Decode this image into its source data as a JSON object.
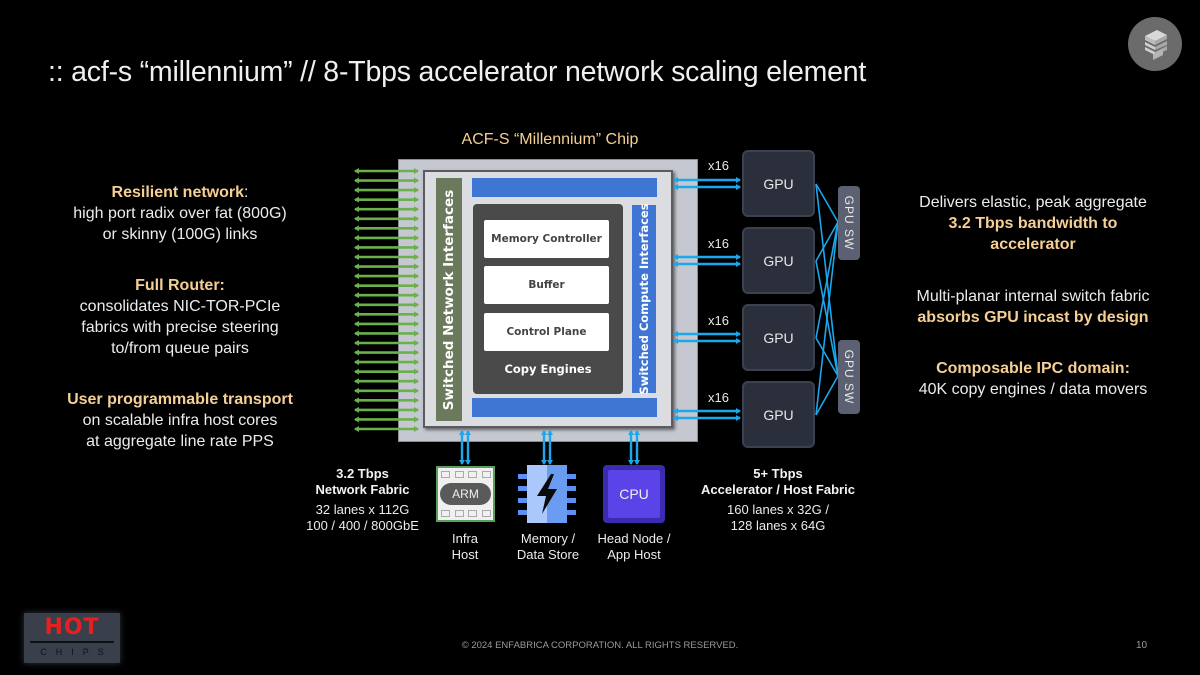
{
  "title": ":: acf-s “millennium” // 8-Tbps accelerator network scaling element",
  "logo": {
    "icon": "enfabrica-stacked-cube-icon"
  },
  "left_notes": [
    {
      "heading": "Resilient network",
      "suffix": ":",
      "lines": [
        "high port radix over fat (800G)",
        "or skinny (100G) links"
      ]
    },
    {
      "heading": "Full Router:",
      "suffix": "",
      "lines": [
        "consolidates NIC-TOR-PCIe",
        "fabrics with precise steering",
        "to/from queue pairs"
      ]
    },
    {
      "heading": "User programmable transport",
      "suffix": "",
      "lines": [
        "on scalable infra host cores",
        "at aggregate line rate PPS"
      ]
    }
  ],
  "right_notes": [
    {
      "plain": "Delivers elastic, peak aggregate",
      "highlight": "3.2 Tbps bandwidth to accelerator"
    },
    {
      "plain": "Multi-planar internal switch fabric",
      "highlight": "absorbs GPU incast by design"
    },
    {
      "highlight": "Composable IPC domain:",
      "plain": "40K copy engines / data movers"
    }
  ],
  "chip": {
    "title": "ACF-S “Millennium” Chip",
    "network_interfaces": "Switched Network Interfaces",
    "compute_interfaces": "Switched Compute Interfaces",
    "blocks": [
      "Memory Controller",
      "Buffer",
      "Control Plane"
    ],
    "copy_engines": "Copy Engines",
    "network_link_count": 28
  },
  "gpus": [
    {
      "label": "GPU",
      "link": "x16"
    },
    {
      "label": "GPU",
      "link": "x16"
    },
    {
      "label": "GPU",
      "link": "x16"
    },
    {
      "label": "GPU",
      "link": "x16"
    }
  ],
  "gpu_switches": [
    "GPU SW",
    "GPU SW"
  ],
  "network_fabric": {
    "title_1": "3.2 Tbps",
    "title_2": "Network Fabric",
    "line_1": "32 lanes x 112G",
    "line_2": "100 / 400 / 800GbE"
  },
  "host_fabric": {
    "title_1": "5+ Tbps",
    "title_2": "Accelerator / Host Fabric",
    "line_1": "160 lanes x 32G /",
    "line_2": "128 lanes x 64G"
  },
  "devices": [
    {
      "chip_label": "ARM",
      "line_1": "Infra",
      "line_2": "Host"
    },
    {
      "chip_label": "",
      "line_1": "Memory /",
      "line_2": "Data Store"
    },
    {
      "chip_label": "CPU",
      "line_1": "Head Node /",
      "line_2": "App Host"
    }
  ],
  "colors": {
    "highlight": "#f5cf94",
    "network_link": "#6ab04c",
    "compute_link": "#1aa7ec",
    "interface_blue": "#3f76d4",
    "network_interface": "#6b7a5c"
  },
  "footer": {
    "conference_logo_1": "HOT",
    "conference_logo_2": "CHIPS",
    "copyright": "© 2024 ENFABRICA CORPORATION. ALL RIGHTS RESERVED.",
    "page_number": "10"
  }
}
